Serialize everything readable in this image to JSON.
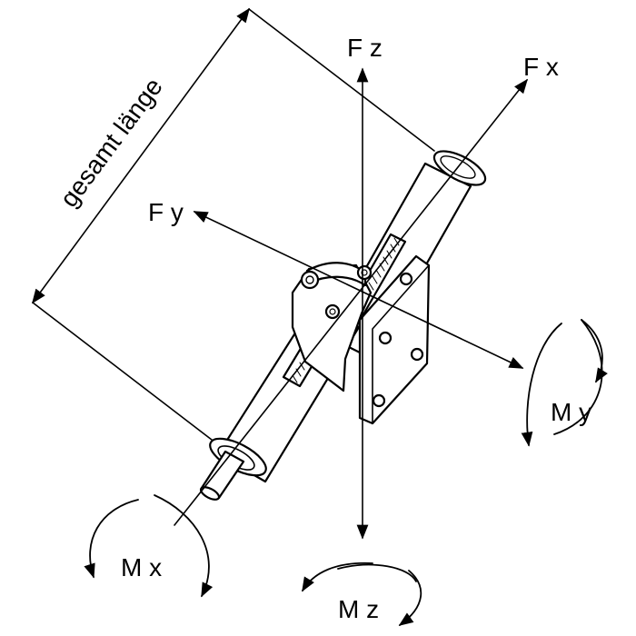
{
  "labels": {
    "overall_length": "gesamt länge",
    "fz": "F z",
    "fx": "F x",
    "fy": "F y",
    "my": "M y",
    "mx": "M x",
    "mz": "M z"
  }
}
